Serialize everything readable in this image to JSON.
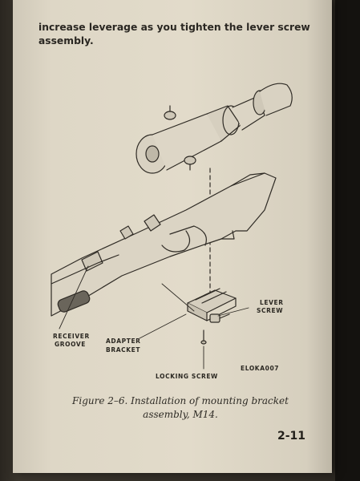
{
  "page": {
    "body_text": "increase leverage as you tighten the lever screw assembly.",
    "figure": {
      "labels": {
        "receiver_groove": [
          "RECEIVER",
          "GROOVE"
        ],
        "adapter_bracket": [
          "ADAPTER",
          "BRACKET"
        ],
        "lever_screw": [
          "LEVER",
          "SCREW"
        ],
        "locking_screw": "LOCKING SCREW",
        "figure_id": "ELOKA007"
      }
    },
    "caption": {
      "line1": "Figure 2–6. Installation of mounting bracket",
      "line2": "assembly, M14."
    },
    "page_number": "2-11"
  }
}
